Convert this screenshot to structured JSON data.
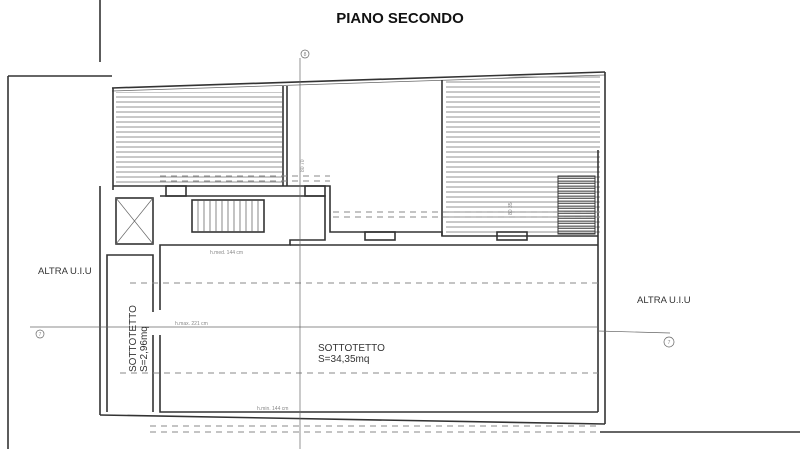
{
  "title": "PIANO SECONDO",
  "neighbors": {
    "left": "ALTRA U.I.U",
    "right": "ALTRA U.I.U"
  },
  "rooms": [
    {
      "name": "SOTTOTETTO",
      "area": "S=34,35mq"
    },
    {
      "name": "SOTTOTETTO",
      "area": "S=2,96mq"
    }
  ],
  "height_notes": {
    "top": "h.med. 144 cm",
    "middle": "h.max. 221 cm",
    "bottom": "h.min. 144 cm"
  },
  "axis_markers": {
    "horizontal": "7",
    "vertical": "8"
  },
  "dimension_notes": [
    "80 70",
    "80 35"
  ],
  "colors": {
    "line": "#333333",
    "hatch": "#777777"
  }
}
